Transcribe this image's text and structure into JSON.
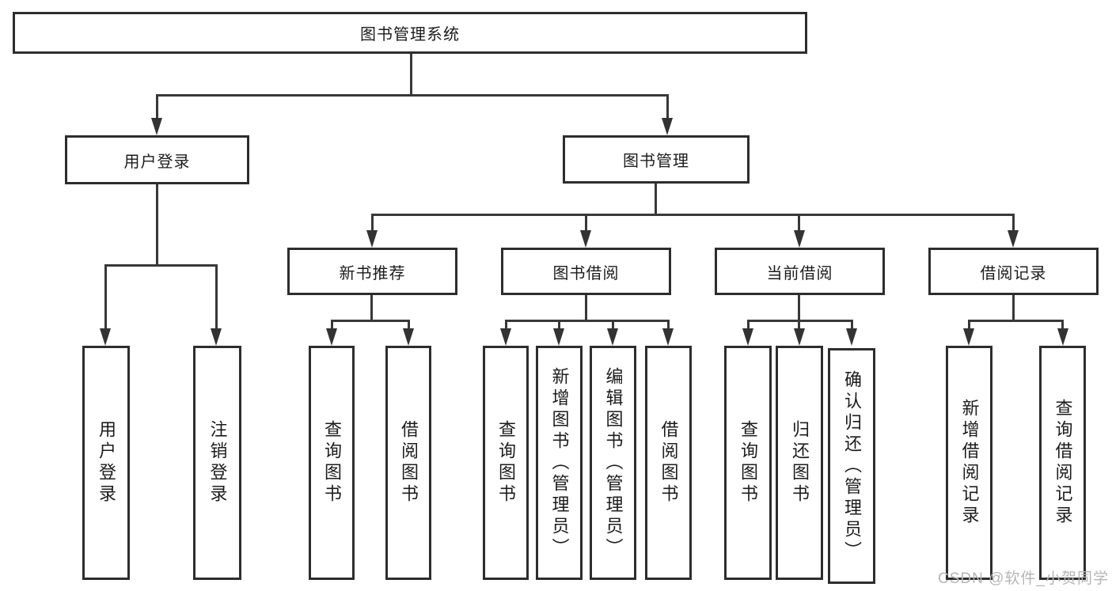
{
  "diagram_type": "function-structure-tree",
  "tree": {
    "label": "图书管理系统",
    "children": [
      {
        "label": "用户登录",
        "children": [
          {
            "label": "用户登录"
          },
          {
            "label": "注销登录"
          }
        ]
      },
      {
        "label": "图书管理",
        "children": [
          {
            "label": "新书推荐",
            "children": [
              {
                "label": "查询图书"
              },
              {
                "label": "借阅图书"
              }
            ]
          },
          {
            "label": "图书借阅",
            "children": [
              {
                "label": "查询图书"
              },
              {
                "label": "新增图书（管理员）"
              },
              {
                "label": "编辑图书（管理员）"
              },
              {
                "label": "借阅图书"
              }
            ]
          },
          {
            "label": "当前借阅",
            "children": [
              {
                "label": "查询图书"
              },
              {
                "label": "归还图书"
              },
              {
                "label": "确认归还（管理员）"
              }
            ]
          },
          {
            "label": "借阅记录",
            "children": [
              {
                "label": "新增借阅记录"
              },
              {
                "label": "查询借阅记录"
              }
            ]
          }
        ]
      }
    ]
  },
  "watermark": {
    "text": "CSDN @软件_小贺同学"
  },
  "colors": {
    "line": "#383838",
    "border": "#2d2d2d",
    "text": "#1c1c1c",
    "watermark": "#b5b5b5",
    "background": "#ffffff"
  }
}
